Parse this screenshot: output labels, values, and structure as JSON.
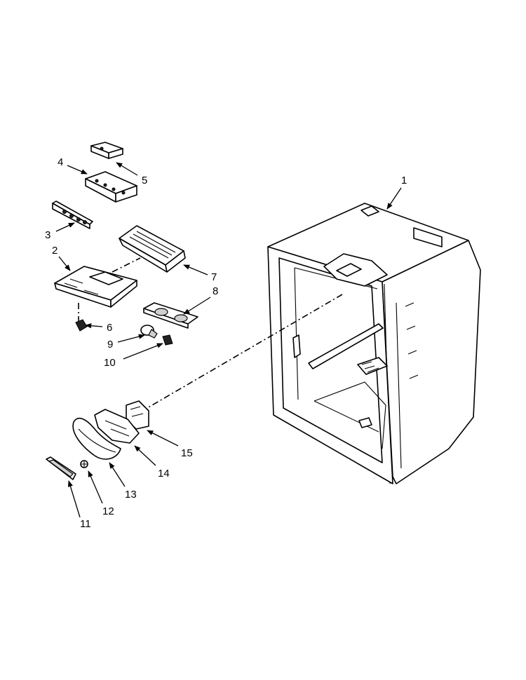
{
  "diagram": {
    "kind": "exploded parts diagram",
    "callouts": [
      {
        "id": "p1",
        "label": "1"
      },
      {
        "id": "p2",
        "label": "2"
      },
      {
        "id": "p3",
        "label": "3"
      },
      {
        "id": "p4",
        "label": "4"
      },
      {
        "id": "p5",
        "label": "5"
      },
      {
        "id": "p6",
        "label": "6"
      },
      {
        "id": "p7",
        "label": "7"
      },
      {
        "id": "p8",
        "label": "8"
      },
      {
        "id": "p9",
        "label": "9"
      },
      {
        "id": "p10",
        "label": "10"
      },
      {
        "id": "p11",
        "label": "11"
      },
      {
        "id": "p12",
        "label": "12"
      },
      {
        "id": "p13",
        "label": "13"
      },
      {
        "id": "p14",
        "label": "14"
      },
      {
        "id": "p15",
        "label": "15"
      }
    ]
  }
}
